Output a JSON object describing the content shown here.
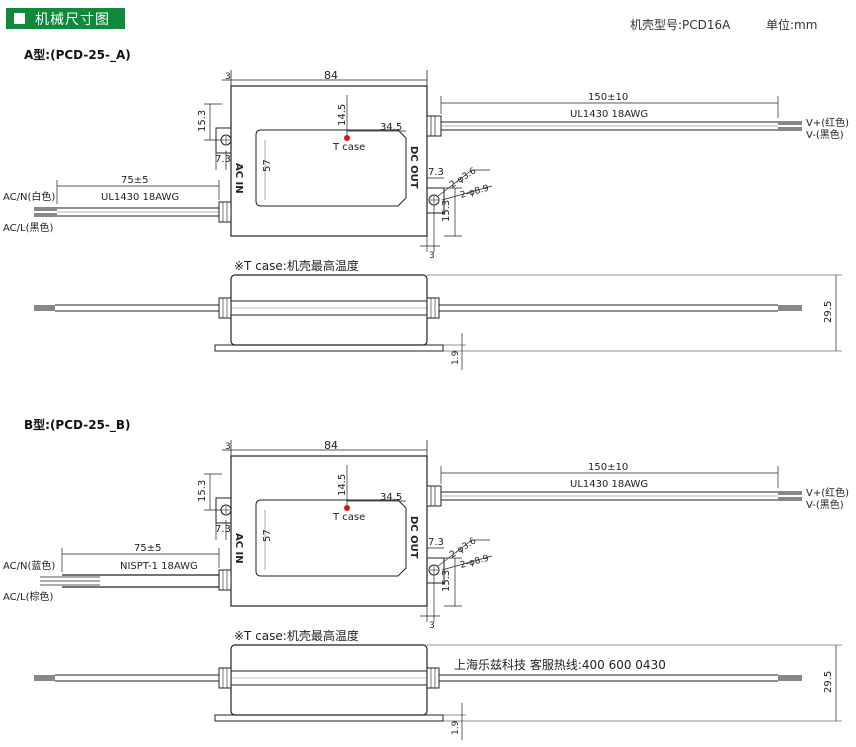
{
  "header": {
    "title": "机械尺寸图",
    "case_model": "机壳型号:PCD16A",
    "unit": "单位:mm"
  },
  "models": [
    {
      "label": "A型:(PCD-25-_A)",
      "top_view": {
        "dim_overall_length": "84",
        "dim_edge_offset": "3",
        "dim_height": "15.3",
        "dim_tcase_x": "14.5",
        "dim_tcase_y": "34.5",
        "dim_hole_offset": "7.3",
        "dim_width": "57",
        "tcase_label": "T case",
        "ac_in_label": "AC IN",
        "dc_out_label": "DC OUT",
        "out_cable_length": "150±10",
        "out_cable_spec": "UL1430 18AWG",
        "out_wire_pos": "V+(红色)",
        "out_wire_neg": "V-(黑色)",
        "in_cable_length": "75±5",
        "in_cable_spec": "UL1430 18AWG",
        "in_wire_n": "AC/N(白色)",
        "in_wire_l": "AC/L(黑色)",
        "hole_dim_1": "2-φ3.6",
        "hole_dim_2": "2-φ8.9",
        "dim_right_hole_offset": "7.3",
        "dim_right_height": "15.3",
        "dim_right_edge": "3"
      },
      "tcase_note": "※T case:机壳最高温度",
      "side_view": {
        "dim_total_height": "29.5",
        "dim_flange": "1.9"
      }
    },
    {
      "label": "B型:(PCD-25-_B)",
      "top_view": {
        "dim_overall_length": "84",
        "dim_edge_offset": "3",
        "dim_height": "15.3",
        "dim_tcase_x": "14.5",
        "dim_tcase_y": "34.5",
        "dim_hole_offset": "7.3",
        "dim_width": "57",
        "tcase_label": "T case",
        "ac_in_label": "AC IN",
        "dc_out_label": "DC OUT",
        "out_cable_length": "150±10",
        "out_cable_spec": "UL1430 18AWG",
        "out_wire_pos": "V+(红色)",
        "out_wire_neg": "V-(黑色)",
        "in_cable_length": "75±5",
        "in_cable_spec": "NISPT-1 18AWG",
        "in_wire_n": "AC/N(蓝色)",
        "in_wire_l": "AC/L(棕色)",
        "hole_dim_1": "2-φ3.6",
        "hole_dim_2": "2-φ8.9",
        "dim_right_hole_offset": "7.3",
        "dim_right_height": "15.3",
        "dim_right_edge": "3"
      },
      "tcase_note": "※T case:机壳最高温度",
      "side_view": {
        "dim_total_height": "29.5",
        "dim_flange": "1.9"
      }
    }
  ],
  "hotline": "上海乐兹科技 客服热线:400 600 0430",
  "colors": {
    "title_bar": "#10893a",
    "tcase_dot": "#e01010",
    "outline": "#222222"
  }
}
